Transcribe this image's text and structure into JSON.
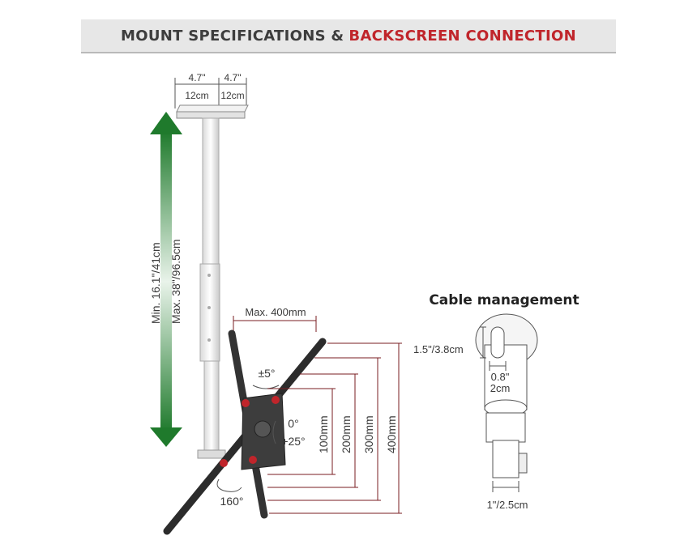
{
  "header": {
    "title_part1": "MOUNT SPECIFICATIONS &",
    "title_part2": "BACKSCREEN CONNECTION",
    "title_color": "#c0252b"
  },
  "ceiling_plate": {
    "width_a_in": "4.7\"",
    "width_b_in": "4.7\"",
    "width_a_cm": "12cm",
    "width_b_cm": "12cm"
  },
  "height_range": {
    "min_label": "Min. 16.1\"/41cm",
    "max_label": "Max. 38\"/96.5cm",
    "arrow_color": "#1f7a2c"
  },
  "vesa": {
    "max_width": "Max. 400mm",
    "tilt_side": "±5°",
    "tilt_zero": "0°",
    "tilt_fwd": "+25°",
    "swivel": "160°",
    "dims": [
      "100mm",
      "200mm",
      "300mm",
      "400mm"
    ],
    "dim_color": "#8b1f2a"
  },
  "cable": {
    "title": "Cable management",
    "slot_height": "1.5\"/3.8cm",
    "slot_width_in": "0.8\"",
    "slot_width_cm": "2cm",
    "tube_width": "1\"/2.5cm"
  }
}
